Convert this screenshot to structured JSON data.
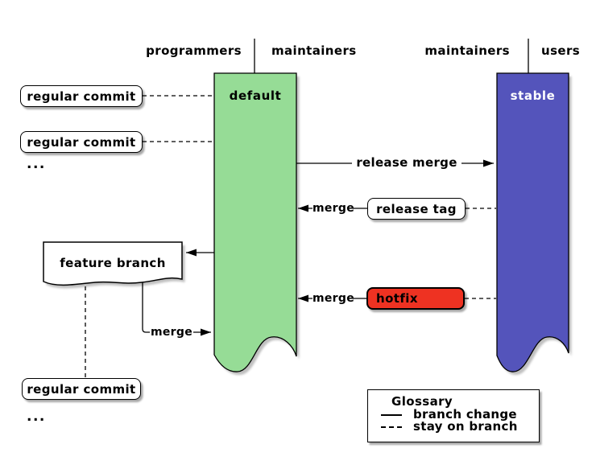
{
  "header": {
    "left_column": {
      "left": "programmers",
      "right": "maintainers"
    },
    "right_column": {
      "left": "maintainers",
      "right": "users"
    }
  },
  "branches": {
    "default": {
      "label": "default"
    },
    "stable": {
      "label": "stable"
    }
  },
  "nodes": {
    "regular_commit_1": {
      "label": "regular commit"
    },
    "regular_commit_2": {
      "label": "regular commit"
    },
    "regular_commit_3": {
      "label": "regular commit"
    },
    "feature_branch": {
      "label": "feature branch"
    },
    "release_tag": {
      "label": "release tag"
    },
    "hotfix": {
      "label": "hotfix"
    },
    "ellipsis_top": "...",
    "ellipsis_bottom": "..."
  },
  "edges": {
    "release_merge": {
      "label": "release merge"
    },
    "merge_from_release_tag": {
      "label": "merge"
    },
    "merge_from_hotfix": {
      "label": "merge"
    },
    "merge_feature_into_default": {
      "label": "merge"
    }
  },
  "glossary": {
    "title": "Glossary",
    "entries": [
      {
        "style": "solid",
        "label": "branch change"
      },
      {
        "style": "dashed",
        "label": "stay on branch"
      }
    ]
  },
  "colors": {
    "default_branch": "#96DC96",
    "stable_branch": "#5454BB",
    "hotfix": "#EE3222",
    "outline": "#000000"
  }
}
